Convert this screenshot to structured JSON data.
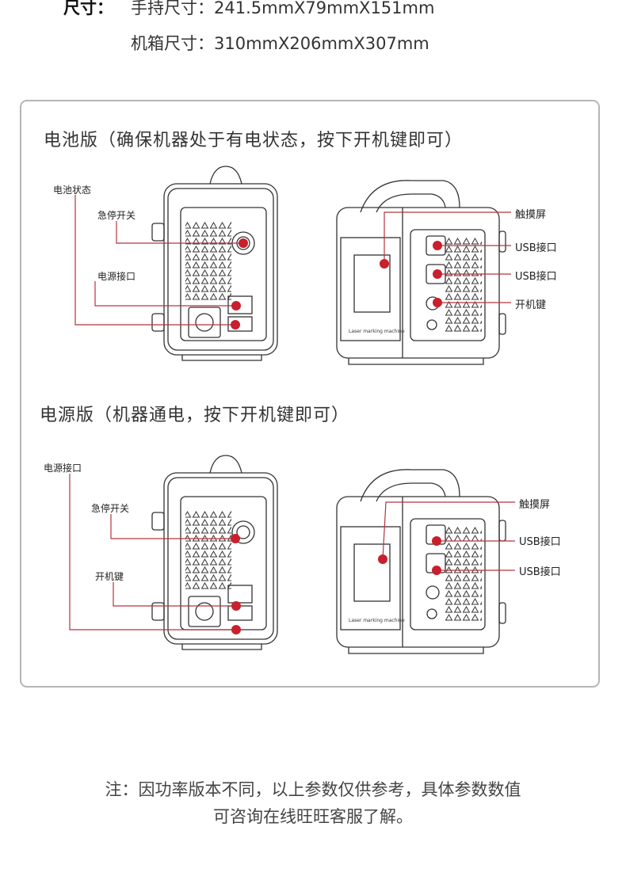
{
  "specs": {
    "key": "尺寸：",
    "handheld": "手持尺寸：241.5mmX79mmX151mm",
    "case": "机箱尺寸：310mmX206mmX307mm"
  },
  "battery_version": {
    "title": "电池版（确保机器处于有电状态，按下开机键即可）",
    "left_labels": [
      "电池状态",
      "急停开关",
      "电源接口"
    ],
    "right_labels": [
      "触摸屏",
      "USB接口",
      "USB接口",
      "开机键"
    ]
  },
  "power_version": {
    "title": "电源版（机器通电，按下开机键即可）",
    "left_labels": [
      "电源接口",
      "急停开关",
      "开机键"
    ],
    "right_labels": [
      "触摸屏",
      "USB接口",
      "USB接口"
    ]
  },
  "note": {
    "line1": "注：因功率版本不同，以上参数仅供参考，具体参数数值",
    "line2": "可咨询在线旺旺客服了解。"
  },
  "colors": {
    "callout": "#b3343e",
    "frame": "#b5b5b5"
  }
}
